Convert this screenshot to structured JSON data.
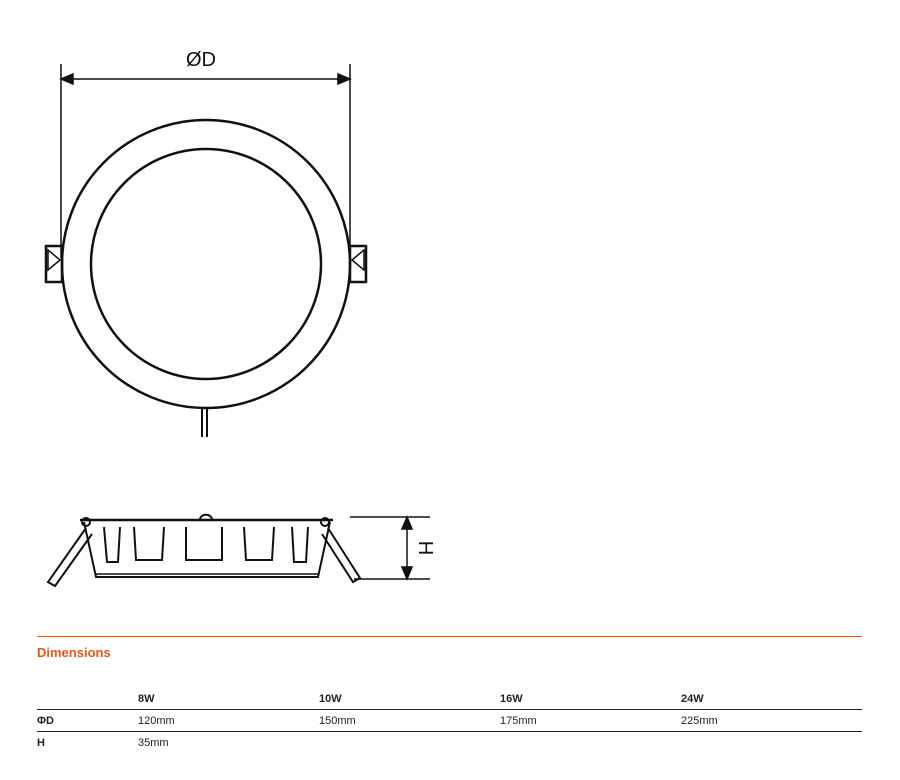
{
  "drawing": {
    "diameter_label": "ØD",
    "height_label": "H"
  },
  "section": {
    "title": "Dimensions"
  },
  "table": {
    "headers": [
      "",
      "8W",
      "10W",
      "16W",
      "24W"
    ],
    "rows": [
      {
        "label": "ΦD",
        "values": [
          "120mm",
          "150mm",
          "175mm",
          "225mm"
        ]
      },
      {
        "label": "H",
        "values": [
          "35mm",
          "",
          "",
          ""
        ]
      }
    ]
  },
  "colors": {
    "accent": "#e2571e",
    "line": "#222222"
  }
}
